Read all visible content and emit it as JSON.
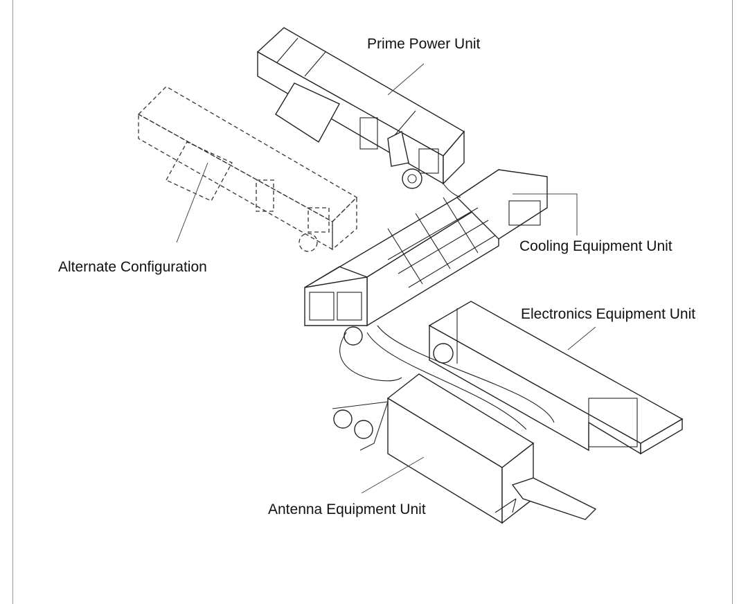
{
  "labels": {
    "prime_power": "Prime Power Unit",
    "alternate": "Alternate Configuration",
    "cooling": "Cooling Equipment Unit",
    "electronics": "Electronics Equipment Unit",
    "antenna": "Antenna Equipment Unit"
  }
}
